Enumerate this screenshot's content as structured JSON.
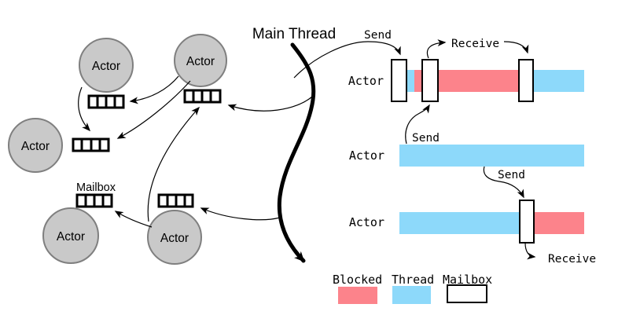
{
  "main_thread_label": "Main Thread",
  "colors": {
    "blocked": "#FC838B",
    "thread": "#8DD9FA",
    "actor_fill": "#C9C9C9",
    "actor_border": "#7F7F7F",
    "mailbox_fill": "#FFFFFF",
    "outline": "#000000"
  },
  "left_diagram": {
    "mailbox_caption": "Mailbox",
    "actors": [
      {
        "label": "Actor"
      },
      {
        "label": "Actor"
      },
      {
        "label": "Actor"
      },
      {
        "label": "Actor"
      },
      {
        "label": "Actor"
      }
    ]
  },
  "right_timeline": {
    "rows": [
      {
        "label": "Actor",
        "segments": [
          {
            "state": "thread"
          },
          {
            "state": "blocked"
          },
          {
            "state": "thread"
          }
        ],
        "mailbox_marks": 3
      },
      {
        "label": "Actor",
        "segments": [
          {
            "state": "thread"
          }
        ],
        "mailbox_marks": 0
      },
      {
        "label": "Actor",
        "segments": [
          {
            "state": "thread"
          },
          {
            "state": "blocked"
          }
        ],
        "mailbox_marks": 1
      }
    ],
    "annotations": {
      "send_main": "Send",
      "receive_row1": "Receive",
      "send_row2_to_row1": "Send",
      "send_row2_to_row3": "Send",
      "receive_row3": "Receive"
    }
  },
  "legend": {
    "items": [
      {
        "label": "Blocked",
        "color": "#FC838B"
      },
      {
        "label": "Thread",
        "color": "#8DD9FA"
      },
      {
        "label": "Mailbox",
        "color": "#FFFFFF"
      }
    ]
  }
}
